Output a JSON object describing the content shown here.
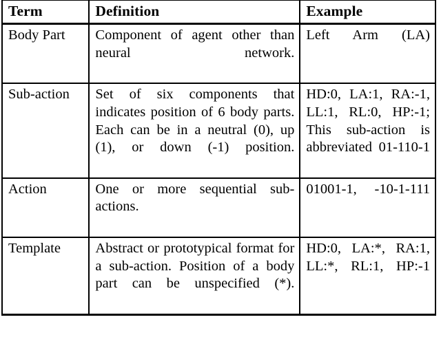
{
  "table": {
    "caption": "",
    "columns": [
      "Term",
      "Definition",
      "Example"
    ],
    "rows": [
      {
        "term": "Body Part",
        "definition": "Component of agent other than neural net­work.",
        "example": "Left Arm (LA)"
      },
      {
        "term": "Sub-action",
        "definition": "Set of six components that indicates position of 6 body parts. Each can be in a neutral (0), up (1), or down (-1) position.",
        "example": "HD:0, LA:1, RA:-1, LL:1, RL:0, HP:-1; This sub-action is abbreviated 01-110-1"
      },
      {
        "term": "Action",
        "definition": "One or more sequential sub-actions.",
        "example": "01001-1, -10-1-111"
      },
      {
        "term": "Template",
        "definition": "Abstract or prototypical format for a sub-action. Position of a body part can be unspecified (*).",
        "example": "HD:0, LA:*, RA:1, LL:*, RL:1, HP:-1"
      }
    ]
  },
  "style": {
    "text_color": "#000000",
    "background_color": "#ffffff",
    "rule_color": "#000000"
  }
}
